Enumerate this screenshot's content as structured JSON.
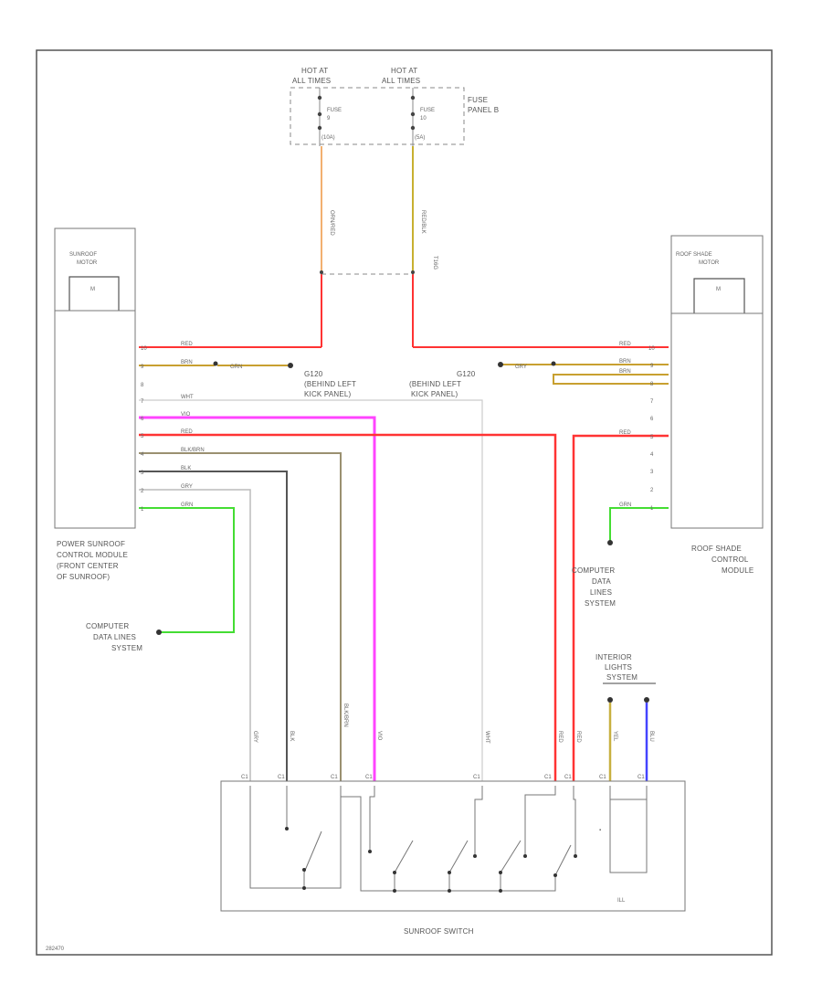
{
  "fuse_panel": {
    "hot_left_1": "HOT AT",
    "hot_left_2": "ALL TIMES",
    "hot_right_1": "HOT AT",
    "hot_right_2": "ALL TIMES",
    "fuse_left_1": "FUSE",
    "fuse_left_2": "9",
    "fuse_left_3": "(10A)",
    "fuse_right_1": "FUSE",
    "fuse_right_2": "10",
    "fuse_right_3": "(5A)",
    "panel_1": "FUSE",
    "panel_2": "PANEL B",
    "feed_left": "ORN/RED",
    "feed_right": "RED/BLK",
    "tab": "T16G"
  },
  "left_module": {
    "motor_title_1": "SUNROOF",
    "motor_title_2": "MOTOR",
    "motor_symbol": "M",
    "caption_1": "POWER SUNROOF",
    "caption_2": "CONTROL MODULE",
    "caption_3": "(FRONT CENTER",
    "caption_4": "OF SUNROOF)"
  },
  "right_module": {
    "motor_title_1": "ROOF SHADE",
    "motor_title_2": "MOTOR",
    "motor_symbol": "M",
    "caption_1": "ROOF SHADE",
    "caption_2": "CONTROL",
    "caption_3": "MODULE"
  },
  "left_wires": [
    {
      "pin": "10",
      "label": "RED",
      "color": "#ff3333"
    },
    {
      "pin": "9",
      "label": "BRN",
      "color": "#c8a030"
    },
    {
      "pin": "8",
      "label": "",
      "color": "#cccccc"
    },
    {
      "pin": "7",
      "label": "WHT",
      "color": "#cccccc"
    },
    {
      "pin": "6",
      "label": "VIO",
      "color": "#ff44ff"
    },
    {
      "pin": "5",
      "label": "RED",
      "color": "#ff3333"
    },
    {
      "pin": "4",
      "label": "BLK/BRN",
      "color": "#9a9070"
    },
    {
      "pin": "3",
      "label": "BLK",
      "color": "#555555"
    },
    {
      "pin": "2",
      "label": "GRY",
      "color": "#bbbbbb"
    },
    {
      "pin": "1",
      "label": "GRN",
      "color": "#44dd33"
    }
  ],
  "right_wires": [
    {
      "pin": "10",
      "label": "RED"
    },
    {
      "pin": "9",
      "label": "BRN"
    },
    {
      "pin": "8",
      "label": "BRN"
    },
    {
      "pin": "7",
      "label": ""
    },
    {
      "pin": "6",
      "label": ""
    },
    {
      "pin": "5",
      "label": "RED"
    },
    {
      "pin": "4",
      "label": ""
    },
    {
      "pin": "3",
      "label": ""
    },
    {
      "pin": "2",
      "label": ""
    },
    {
      "pin": "1",
      "label": "GRN"
    }
  ],
  "grounds": {
    "g_left_wire": "GRN",
    "g_right_wire": "GRY",
    "g_left_1": "G120",
    "g_left_2": "(BEHIND LEFT",
    "g_left_3": "KICK PANEL)",
    "g_right_1": "G120",
    "g_right_2": "(BEHIND LEFT",
    "g_right_3": "KICK PANEL)"
  },
  "cds_left": {
    "l1": "COMPUTER",
    "l2": "DATA LINES",
    "l3": "SYSTEM"
  },
  "cds_right": {
    "l1": "COMPUTER",
    "l2": "DATA",
    "l3": "LINES",
    "l4": "SYSTEM"
  },
  "interior": {
    "l1": "INTERIOR",
    "l2": "LIGHTS",
    "l3": "SYSTEM"
  },
  "switch": {
    "title": "SUNROOF SWITCH",
    "illum": "ILL",
    "wire_labels": [
      "GRY",
      "BLK",
      "BLK/BRN",
      "VIO",
      "WHT",
      "RED",
      "RED",
      "YEL",
      "BLU"
    ],
    "pins": [
      "C1",
      "C1",
      "C1",
      "C1",
      "C1",
      "C1",
      "C1",
      "C1",
      "C1"
    ]
  },
  "footer": {
    "code": "282470"
  }
}
